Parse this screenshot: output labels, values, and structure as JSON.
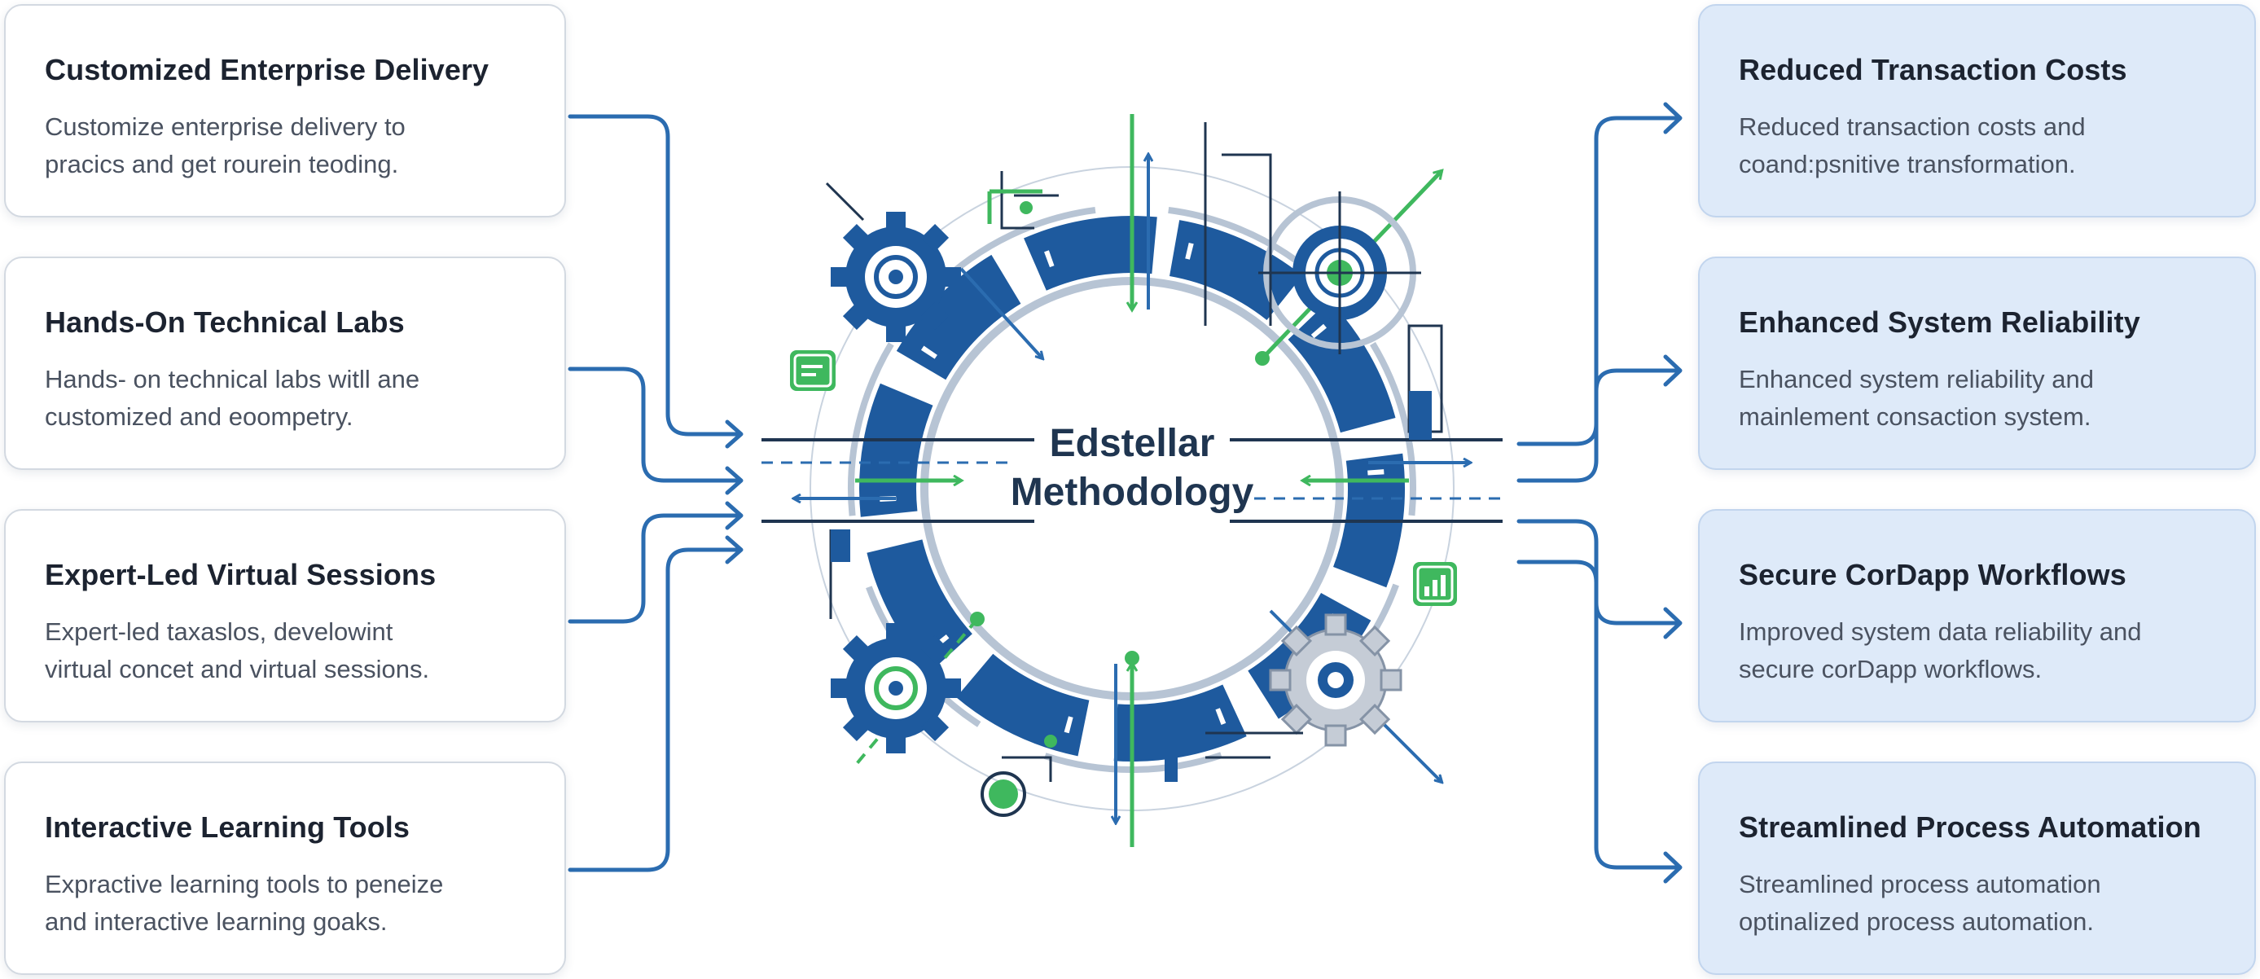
{
  "colors": {
    "navy": "#1f5fa8",
    "line_blue": "#2b6cb0",
    "green": "#3fb85e",
    "gear_blue": "#1e5a9e",
    "gray": "#c5ccd6",
    "right_card_bg": "#deeaf9"
  },
  "center": {
    "line1": "Edstellar",
    "line2": "Methodology"
  },
  "left_cards": [
    {
      "title": "Customized Enterprise Delivery",
      "desc_lines": [
        "Customize enterprise delivery to",
        "pracics and get rourein teoding."
      ]
    },
    {
      "title": "Hands-On Technical Labs",
      "desc_lines": [
        "Hands- on technical labs witll ane",
        "customized and eoompetry."
      ]
    },
    {
      "title": "Expert-Led Virtual Sessions",
      "desc_lines": [
        "Expert-led taxaslos, develowint",
        "virtual concet and virtual sessions."
      ]
    },
    {
      "title": "Interactive Learning Tools",
      "desc_lines": [
        "Expractive learning tools to peneize",
        "and interactive learning goaks."
      ]
    }
  ],
  "right_cards": [
    {
      "title": "Reduced Transaction Costs",
      "desc_lines": [
        "Reduced transaction costs and",
        "coand:psnitive transformation."
      ]
    },
    {
      "title": "Enhanced System Reliability",
      "desc_lines": [
        "Enhanced system reliability and",
        "mainlement consaction system."
      ]
    },
    {
      "title": "Secure CorDapp Workflows",
      "desc_lines": [
        "Improved system data reliability and",
        "secure corDapp workflows."
      ]
    },
    {
      "title": "Streamlined Process Automation",
      "desc_lines": [
        "Streamlined process automation",
        "optinalized process automation."
      ]
    }
  ],
  "icons": [
    "gear-icon",
    "chart-icon",
    "target-icon",
    "document-icon",
    "arrow-icon"
  ]
}
